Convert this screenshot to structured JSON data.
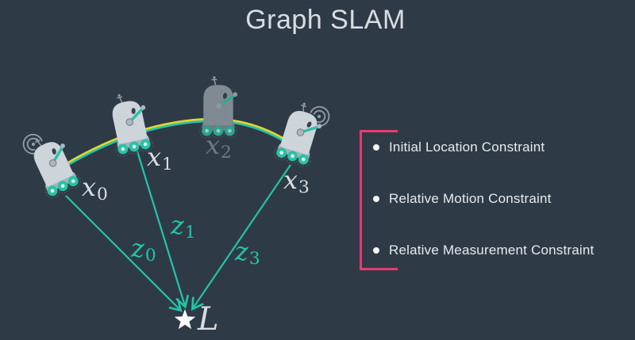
{
  "title": "Graph SLAM",
  "diagram": {
    "pose_labels": [
      {
        "base": "x",
        "sub": "0"
      },
      {
        "base": "x",
        "sub": "1"
      },
      {
        "base": "x",
        "sub": "2"
      },
      {
        "base": "x",
        "sub": "3"
      }
    ],
    "measurement_labels": [
      {
        "base": "z",
        "sub": "0"
      },
      {
        "base": "z",
        "sub": "1"
      },
      {
        "base": "z",
        "sub": "3"
      }
    ],
    "landmark_label": "L"
  },
  "legend": {
    "items": [
      {
        "label": "Initial Location Constraint"
      },
      {
        "label": "Relative Motion Constraint"
      },
      {
        "label": "Relative Measurement Constraint"
      }
    ]
  },
  "colors": {
    "background": "#2e3b47",
    "teal": "#26c3a6",
    "yellow": "#e5d42e",
    "pink": "#ea3a6e",
    "text_light": "#d9dde1",
    "dim_label": "#6e7a84"
  }
}
